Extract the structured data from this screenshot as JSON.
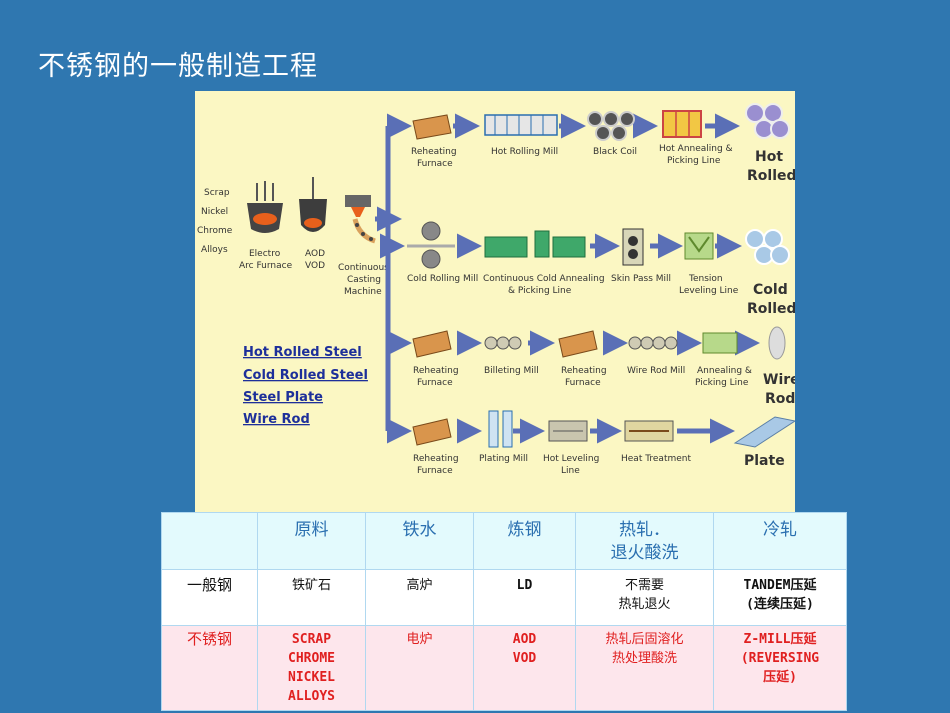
{
  "title": "不锈钢的一般制造工程",
  "diagram": {
    "inputs": [
      "Scrap",
      "Nickel",
      "Chrome",
      "Alloys"
    ],
    "stages": {
      "electro_arc": [
        "Electro",
        "Arc Furnace"
      ],
      "aod": [
        "AOD",
        "VOD"
      ],
      "casting": [
        "Continuous",
        "Casting",
        "Machine"
      ]
    },
    "row1": {
      "steps": [
        [
          "Reheating",
          "Furnace"
        ],
        [
          "Hot Rolling Mill"
        ],
        [
          "Black Coil"
        ],
        [
          "Hot Annealing &",
          "Picking Line"
        ]
      ],
      "product": [
        "Hot",
        "Rolled"
      ]
    },
    "row2": {
      "steps": [
        [
          "Cold Rolling Mill"
        ],
        [
          "Continuous Cold Annealing",
          "& Picking Line"
        ],
        [
          "Skin Pass Mill"
        ],
        [
          "Tension",
          "Leveling Line"
        ]
      ],
      "product": [
        "Cold",
        "Rolled"
      ]
    },
    "row3": {
      "steps": [
        [
          "Reheating",
          "Furnace"
        ],
        [
          "Billeting Mill"
        ],
        [
          "Reheating",
          "Furnace"
        ],
        [
          "Wire Rod Mill"
        ],
        [
          "Annealing &",
          "Picking Line"
        ]
      ],
      "product": [
        "Wire",
        "Rod"
      ]
    },
    "row4": {
      "steps": [
        [
          "Reheating",
          "Furnace"
        ],
        [
          "Plating Mill"
        ],
        [
          "Hot Leveling",
          "Line"
        ],
        [
          "Heat Treatment"
        ]
      ],
      "product": [
        "Plate"
      ]
    },
    "links": [
      "Hot Rolled Steel",
      "Cold Rolled Steel",
      "Steel Plate",
      "Wire Rod"
    ]
  },
  "table": {
    "headers": [
      "",
      "原料",
      "铁水",
      "炼钢",
      "热轧．\n退火酸洗",
      "冷轧"
    ],
    "general": {
      "label": "一般钢",
      "cells": [
        "铁矿石",
        "高炉",
        "LD",
        "不需要\n热轧退火",
        "TANDEM压延\n(连续压延)"
      ]
    },
    "stainless": {
      "label": "不锈钢",
      "cells": [
        "SCRAP\nCHROME\nNICKEL\nALLOYS",
        "电炉",
        "AOD\nVOD",
        "热轧后固溶化\n热处理酸洗",
        "Z-MILL压延\n(REVERSING\n压延)"
      ]
    }
  },
  "colors": {
    "background": "#2f77b0",
    "diagram_bg": "#fbf7c3",
    "flow_line": "#5a6fb6",
    "link_text": "#1d2f9a",
    "header_text": "#2a6fb0",
    "stainless_text": "#e02020",
    "stainless_bg": "#fde6ec",
    "header_bg": "#e3fafd"
  }
}
